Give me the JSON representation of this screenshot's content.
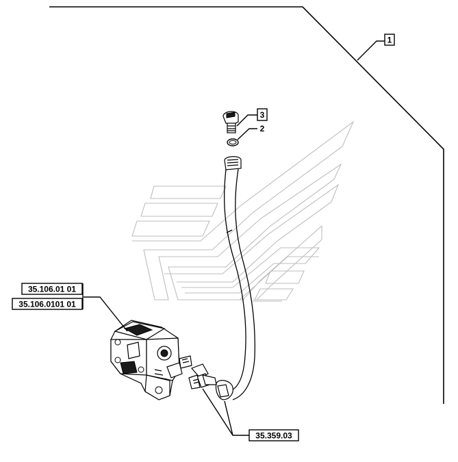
{
  "callouts": {
    "item_1": "1",
    "item_2": "2",
    "item_3": "3",
    "ref_pump_a": "35.106.01 01",
    "ref_pump_b": "35.106.0101 01",
    "ref_hose": "35.359.03"
  },
  "colors": {
    "line": "#000000",
    "watermark": "#bdbdbd",
    "background": "#ffffff"
  }
}
